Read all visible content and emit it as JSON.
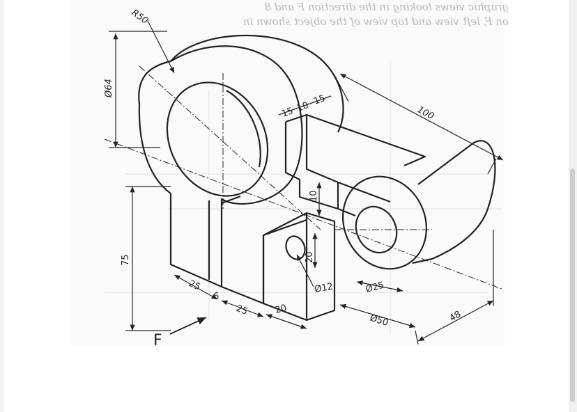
{
  "bleed_text": {
    "line1": "graphic views looking in the direction F and 8",
    "line2": "on F, left view and top view of the object shown in"
  },
  "dimensions": {
    "r50": "R50",
    "d64": "Ø64",
    "d15a": "15",
    "d10a": "10",
    "d15b": "15",
    "d100": "100",
    "d10b": "10",
    "d75": "75",
    "d20v": "20",
    "d12": "Ø12",
    "d25a": "25",
    "d6": "6",
    "d25b": "25",
    "d20h": "20",
    "d25dia": "Ø25",
    "d50dia": "Ø50",
    "d48": "48",
    "direction": "F"
  },
  "colors": {
    "ink": "#222222",
    "bleed": "#bdbdbd",
    "scrollbar": "#cdcdcd"
  }
}
